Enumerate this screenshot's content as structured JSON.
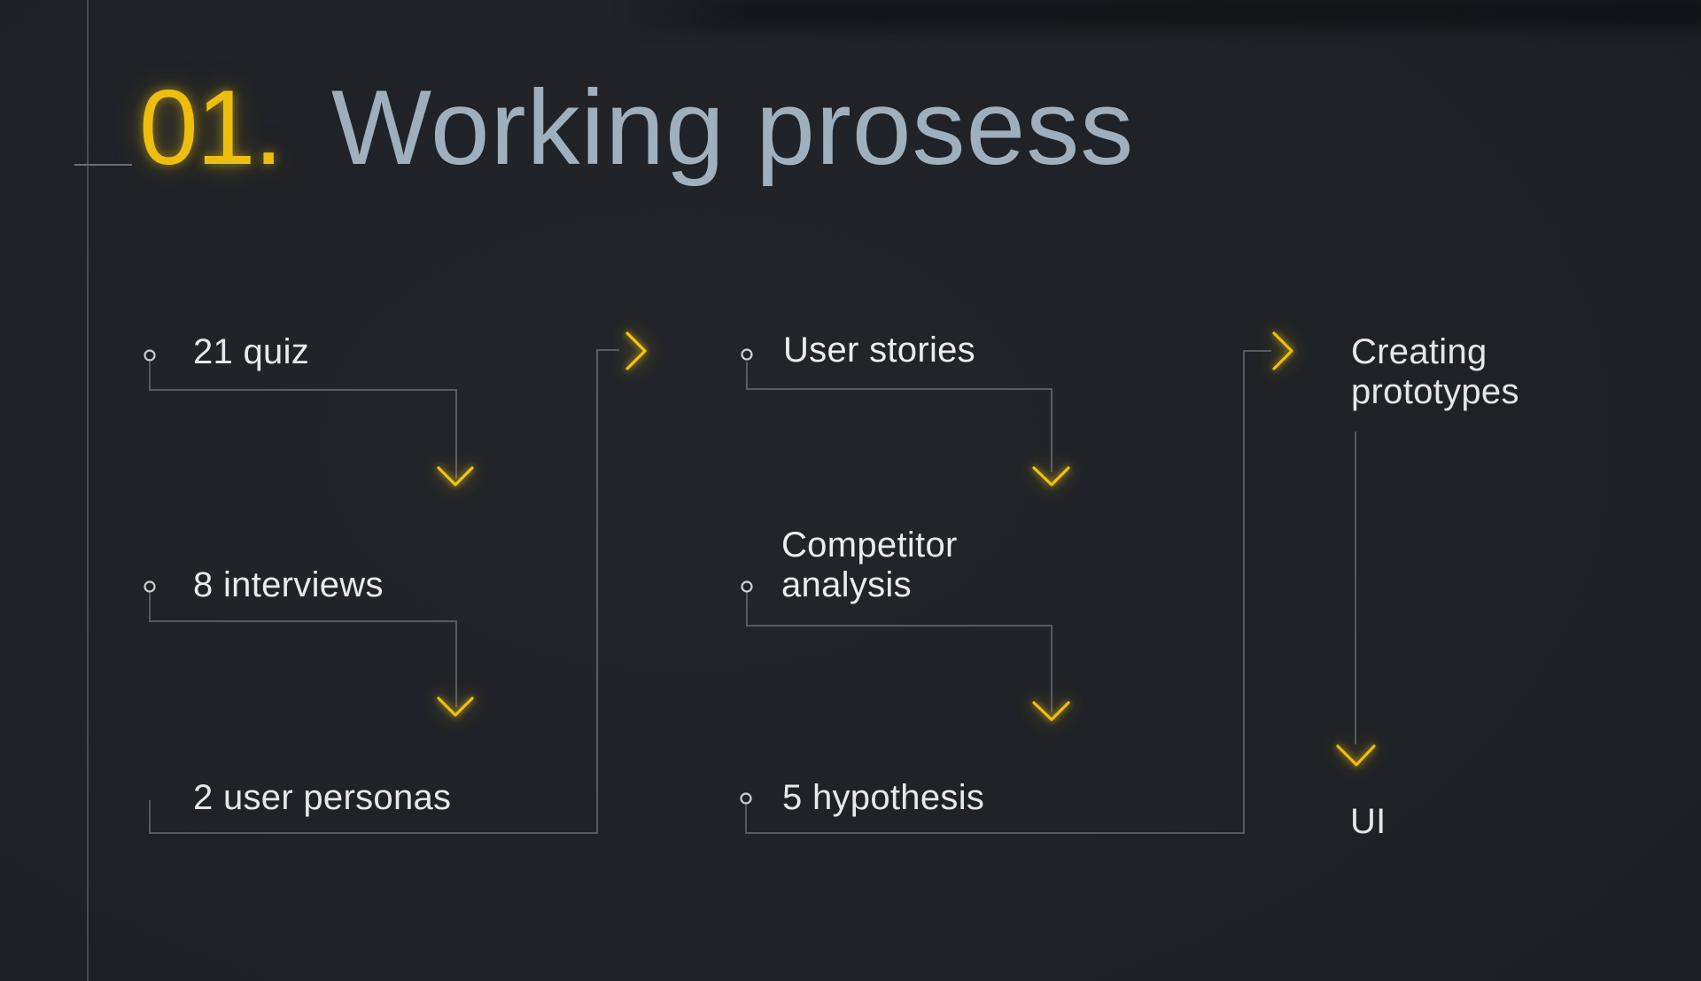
{
  "title": {
    "number": "01.",
    "text": "Working prosess"
  },
  "nodes": [
    {
      "id": "quiz",
      "label": "21 quiz"
    },
    {
      "id": "interviews",
      "label": "8 interviews"
    },
    {
      "id": "personas",
      "label": "2 user personas"
    },
    {
      "id": "stories",
      "label": "User stories"
    },
    {
      "id": "competitor",
      "label": "Competitor analysis"
    },
    {
      "id": "hypothesis",
      "label": "5 hypothesis"
    },
    {
      "id": "prototypes",
      "label": "Creating prototypes"
    },
    {
      "id": "ui",
      "label": "UI"
    }
  ],
  "flow_sequence": [
    "21 quiz",
    "8 interviews",
    "2 user personas",
    "User stories",
    "Competitor analysis",
    "5 hypothesis",
    "Creating prototypes",
    "UI"
  ],
  "icons": {
    "arrow_down": "chevron-down-icon",
    "arrow_right": "chevron-right-icon",
    "bullet": "circle-outline-icon"
  },
  "colors": {
    "background": "#1e2126",
    "accent_yellow": "#f5c40e",
    "line_gray": "#565b61",
    "rail_gray": "#4a4e54",
    "text_light": "#edeff1",
    "title_gray": "#a2b3c1",
    "band_dark": "#121419",
    "bullet_gray": "#cfd3d6"
  }
}
